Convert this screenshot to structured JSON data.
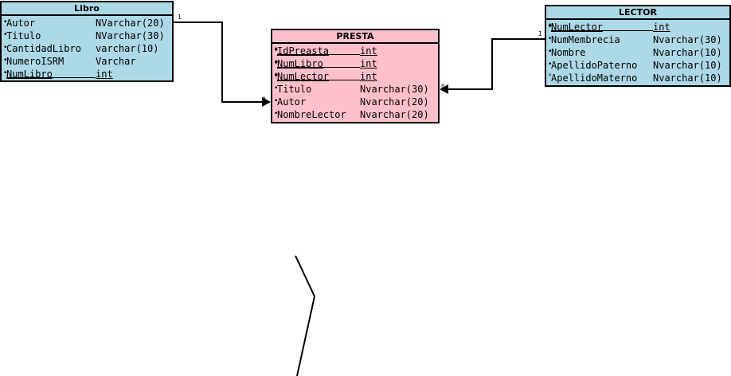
{
  "entities": {
    "libro": {
      "title": "Libro",
      "fields": [
        {
          "name": "Autor",
          "type": "NVarchar(20)",
          "pk": false,
          "bullet": "•"
        },
        {
          "name": "Titulo",
          "type": "NVarchar(30)",
          "pk": false,
          "bullet": "•"
        },
        {
          "name": "CantidadLibro",
          "type": "varchar(10)",
          "pk": false,
          "bullet": "•"
        },
        {
          "name": "NumeroISRM",
          "type": "Varchar",
          "pk": false,
          "bullet": "•"
        },
        {
          "name": "NumLibro",
          "type": "int",
          "pk": true,
          "bullet": "•"
        }
      ]
    },
    "presta": {
      "title": "PRESTA",
      "fields": [
        {
          "name": "IdPreasta",
          "type": "int",
          "pk": true,
          "bullet": "♦"
        },
        {
          "name": "NumLibro",
          "type": "int",
          "pk": true,
          "bullet": "♦"
        },
        {
          "name": "NumLector",
          "type": "int",
          "pk": true,
          "bullet": "♦"
        },
        {
          "name": "Titulo",
          "type": "Nvarchar(30)",
          "pk": false,
          "bullet": "•"
        },
        {
          "name": "Autor",
          "type": "Nvarchar(20)",
          "pk": false,
          "bullet": "•"
        },
        {
          "name": "NombreLector",
          "type": "Nvarchar(20)",
          "pk": false,
          "bullet": "•"
        }
      ]
    },
    "lector": {
      "title": "LECTOR",
      "fields": [
        {
          "name": "NumLector",
          "type": "int",
          "pk": true,
          "bullet": "♦"
        },
        {
          "name": "NumMembrecia",
          "type": "Nvarchar(30)",
          "pk": false,
          "bullet": "•"
        },
        {
          "name": "Nombre",
          "type": "Nvarchar(10)",
          "pk": false,
          "bullet": "•"
        },
        {
          "name": "ApellidoPaterno",
          "type": "Nvarchar(10)",
          "pk": false,
          "bullet": "•"
        },
        {
          "name": "ApellidoMaterno",
          "type": "Nvarchar(10)",
          "pk": false,
          "bullet": "°"
        }
      ]
    }
  },
  "relationships": [
    {
      "from": "Libro",
      "to": "PRESTA",
      "from_card": "1",
      "to_card": "n"
    },
    {
      "from": "LECTOR",
      "to": "PRESTA",
      "from_card": "1",
      "to_card": "n"
    }
  ],
  "colors": {
    "entity_fill": "#add8e6",
    "assoc_fill": "#ffc0cb",
    "line": "#000000"
  }
}
